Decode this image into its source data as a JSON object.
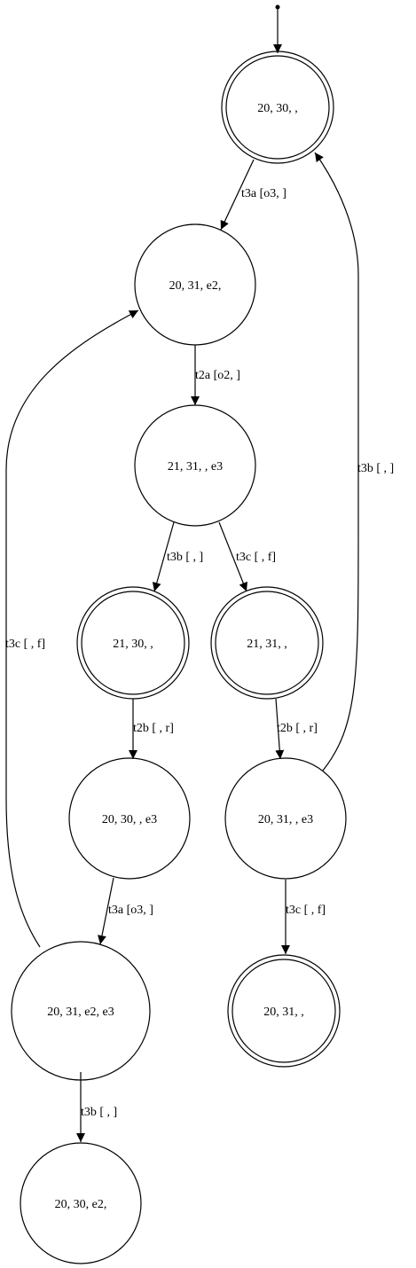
{
  "diagram": {
    "nodes": [
      {
        "id": "n1",
        "label": "20, 30, ,",
        "final": true
      },
      {
        "id": "n2",
        "label": "20, 31, e2,",
        "final": false
      },
      {
        "id": "n3",
        "label": "21, 31, , e3",
        "final": false
      },
      {
        "id": "n4",
        "label": "21, 30, ,",
        "final": true
      },
      {
        "id": "n5",
        "label": "21, 31, ,",
        "final": true
      },
      {
        "id": "n6",
        "label": "20, 30, , e3",
        "final": false
      },
      {
        "id": "n7",
        "label": "20, 31, , e3",
        "final": false
      },
      {
        "id": "n8",
        "label": "20, 31, e2, e3",
        "final": false
      },
      {
        "id": "n9",
        "label": "20, 31, ,",
        "final": true
      },
      {
        "id": "n10",
        "label": "20, 30, e2,",
        "final": false
      }
    ],
    "edges": [
      {
        "id": "e1",
        "from": "n1",
        "to": "n2",
        "label": "t3a [o3,  ]"
      },
      {
        "id": "e2",
        "from": "n2",
        "to": "n3",
        "label": "t2a [o2,  ]"
      },
      {
        "id": "e3",
        "from": "n3",
        "to": "n4",
        "label": "t3b [ ,  ]"
      },
      {
        "id": "e4",
        "from": "n3",
        "to": "n5",
        "label": "t3c [ , f]"
      },
      {
        "id": "e5",
        "from": "n4",
        "to": "n6",
        "label": "t2b [ , r]"
      },
      {
        "id": "e6",
        "from": "n5",
        "to": "n7",
        "label": "t2b [ , r]"
      },
      {
        "id": "e7",
        "from": "n6",
        "to": "n8",
        "label": "t3a [o3,  ]"
      },
      {
        "id": "e8",
        "from": "n7",
        "to": "n1",
        "label": "t3b [ ,  ]"
      },
      {
        "id": "e9",
        "from": "n7",
        "to": "n9",
        "label": "t3c [ , f]"
      },
      {
        "id": "e10",
        "from": "n8",
        "to": "n2",
        "label": "t3c [ , f]"
      },
      {
        "id": "e11",
        "from": "n8",
        "to": "n10",
        "label": "t3b [ ,  ]"
      }
    ]
  }
}
